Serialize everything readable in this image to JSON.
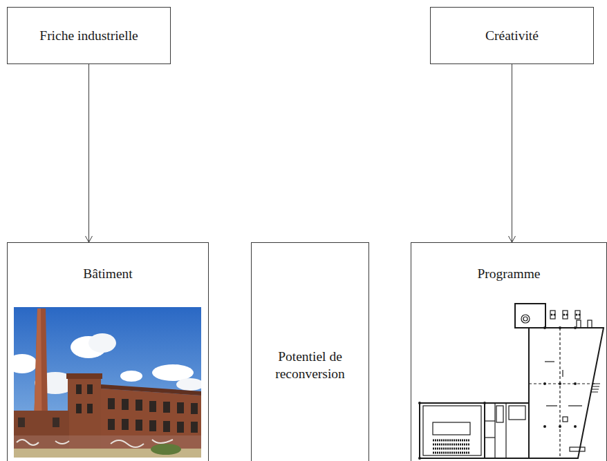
{
  "diagram": {
    "nodes": [
      {
        "text": [
          "Friche industrielle"
        ]
      },
      {
        "text": [
          "Créativité"
        ]
      },
      {
        "text": [
          "Bâtiment"
        ]
      },
      {
        "text": [
          "Potentiel de reconversion"
        ]
      },
      {
        "text": [
          "Programme"
        ]
      }
    ],
    "edges": [
      {
        "from": 0,
        "to": 2,
        "arrow": "to"
      },
      {
        "from": 1,
        "to": 4,
        "arrow": "to"
      }
    ]
  }
}
